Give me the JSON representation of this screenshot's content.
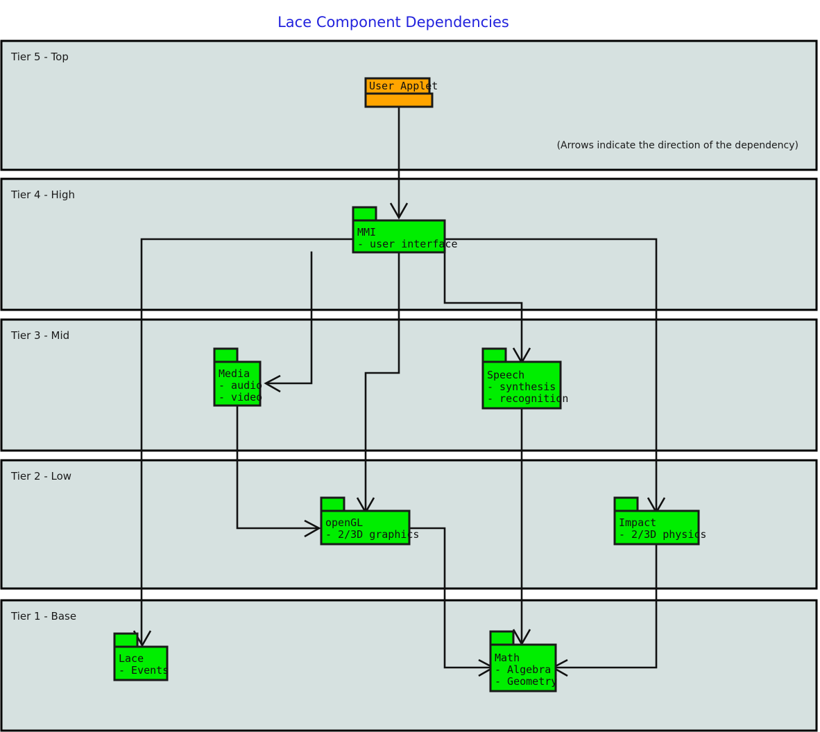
{
  "title": "Lace Component Dependencies",
  "note": "(Arrows indicate the direction of the dependency)",
  "colors": {
    "title": "#2222dd",
    "tier_fill": "#d6e1e0",
    "tier_stroke": "#000000",
    "package_green": "#00ee00",
    "package_orange": "#ffa500",
    "line": "#111111",
    "page_background": "#ffffff"
  },
  "tiers": [
    {
      "id": "tier5",
      "label": "Tier 5 - Top"
    },
    {
      "id": "tier4",
      "label": "Tier 4 - High"
    },
    {
      "id": "tier3",
      "label": "Tier 3 - Mid"
    },
    {
      "id": "tier2",
      "label": "Tier 2 - Low"
    },
    {
      "id": "tier1",
      "label": "Tier 1 - Base"
    }
  ],
  "packages": [
    {
      "id": "user-applet",
      "tier": "Tier 5 - Top",
      "name": "User Applet",
      "items": [],
      "color": "#ffa500"
    },
    {
      "id": "mmi",
      "tier": "Tier 4 - High",
      "name": "MMI",
      "items": [
        "- user interface"
      ],
      "color": "#00ee00"
    },
    {
      "id": "media",
      "tier": "Tier 3 - Mid",
      "name": "Media",
      "items": [
        "- audio",
        "- video"
      ],
      "color": "#00ee00"
    },
    {
      "id": "speech",
      "tier": "Tier 3 - Mid",
      "name": "Speech",
      "items": [
        "- synthesis",
        "- recognition"
      ],
      "color": "#00ee00"
    },
    {
      "id": "opengl",
      "tier": "Tier 2 - Low",
      "name": "openGL",
      "items": [
        "- 2/3D graphics"
      ],
      "color": "#00ee00"
    },
    {
      "id": "impact",
      "tier": "Tier 2 - Low",
      "name": "Impact",
      "items": [
        "- 2/3D physics"
      ],
      "color": "#00ee00"
    },
    {
      "id": "lace",
      "tier": "Tier 1 - Base",
      "name": "Lace",
      "items": [
        "- Events"
      ],
      "color": "#00ee00"
    },
    {
      "id": "math",
      "tier": "Tier 1 - Base",
      "name": "Math",
      "items": [
        "- Algebra",
        "- Geometry"
      ],
      "color": "#00ee00"
    }
  ],
  "dependencies": [
    {
      "from": "User Applet",
      "to": "MMI"
    },
    {
      "from": "MMI",
      "to": "Media"
    },
    {
      "from": "MMI",
      "to": "Speech"
    },
    {
      "from": "MMI",
      "to": "openGL"
    },
    {
      "from": "MMI",
      "to": "Impact"
    },
    {
      "from": "MMI",
      "to": "Lace"
    },
    {
      "from": "Media",
      "to": "openGL"
    },
    {
      "from": "Speech",
      "to": "Math"
    },
    {
      "from": "openGL",
      "to": "Math"
    },
    {
      "from": "Impact",
      "to": "Math"
    }
  ]
}
